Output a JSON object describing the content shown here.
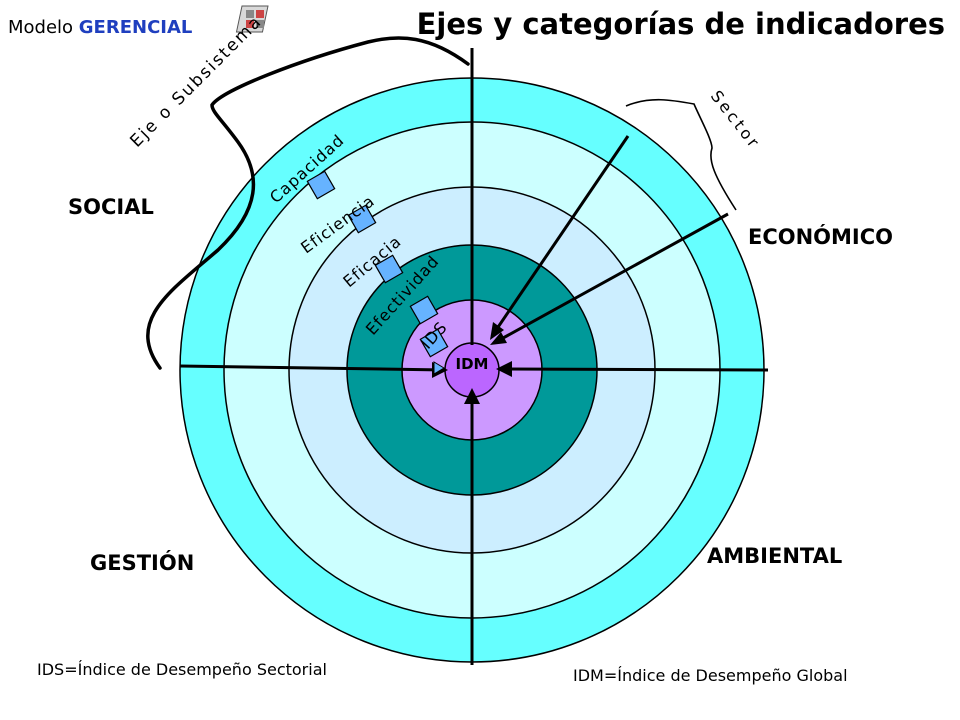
{
  "header": {
    "model_prefix": "Modelo ",
    "model_name": "GERENCIAL",
    "title": "Ejes y categorías de indicadores"
  },
  "axes": {
    "social": "SOCIAL",
    "economico": "ECONÓMICO",
    "gestion": "GESTIÓN",
    "ambiental": "AMBIENTAL"
  },
  "annotations": {
    "eje_subsistema": "Eje o Subsistema",
    "sector": "Sector"
  },
  "rings": {
    "capacidad": "Capacidad",
    "eficiencia": "Eficiencia",
    "eficacia": "Eficacia",
    "efectividad": "Efectividad",
    "ids": "IDS",
    "idm": "IDM"
  },
  "legend": {
    "ids": "IDS=Índice de Desempeño Sectorial",
    "idm": "IDM=Índice de Desempeño Global"
  },
  "colors": {
    "ring_outer": "#66ffff",
    "ring_2": "#ccffff",
    "ring_3": "#cceeff",
    "ring_4": "#009999",
    "ring_5": "#cc99ff",
    "ring_core": "#bb66ff",
    "gerencial": "#1f3fbf",
    "marker": "#66b3ff"
  }
}
